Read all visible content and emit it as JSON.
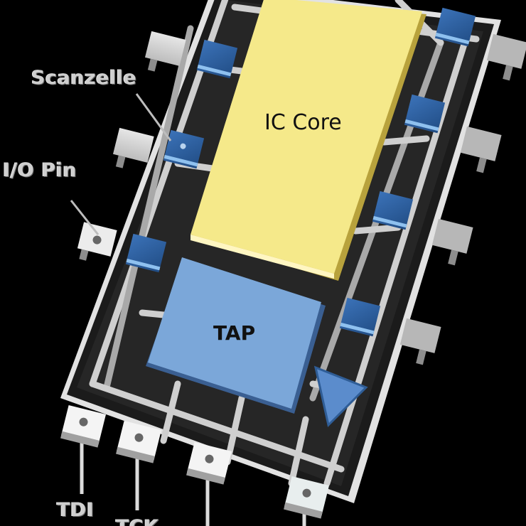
{
  "diagram": {
    "type": "jtag-boundary-scan-ic",
    "blocks": {
      "core": {
        "label": "IC Core",
        "color": "#f5e98a"
      },
      "tap": {
        "label": "TAP",
        "color": "#7ba7d9"
      }
    },
    "callouts": {
      "scan_cell": {
        "label": "Scanzelle"
      },
      "io_pin": {
        "label": "I/O Pin"
      }
    },
    "bottom_pins": [
      {
        "label": "TDI"
      },
      {
        "label": "TCK"
      }
    ],
    "colors": {
      "background": "#000000",
      "package": "#1c1c1c",
      "scan_cell": "#2e5f9e",
      "pin": "#d0d0d0",
      "wire": "#c8c8c8"
    }
  }
}
